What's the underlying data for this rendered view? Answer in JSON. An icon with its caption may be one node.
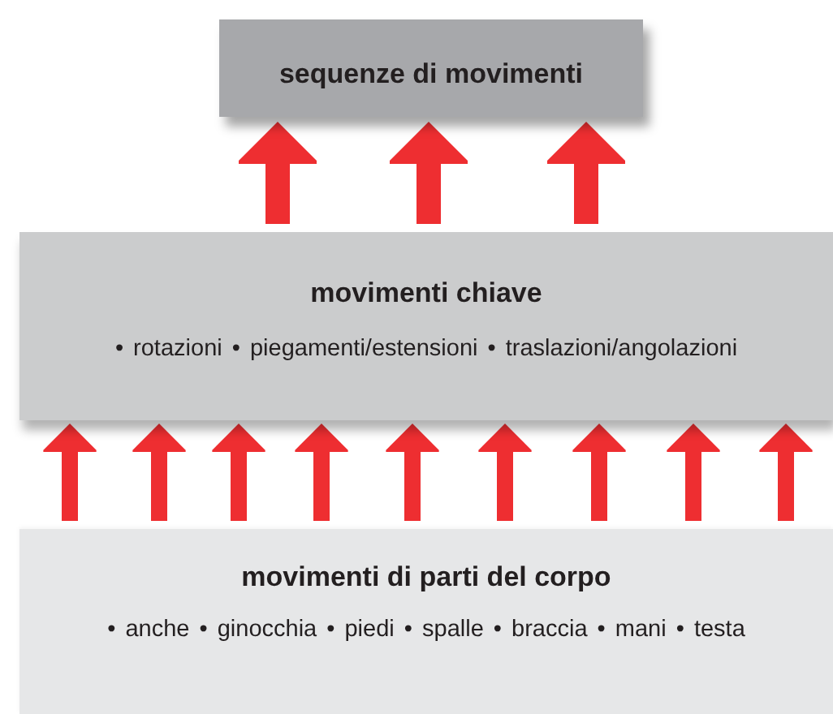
{
  "diagram": {
    "nodes": [
      {
        "text": [
          "sequenze di movimenti"
        ]
      },
      {
        "text": [
          "movimenti chiave",
          "• rotazioni • piegamenti/estensioni • traslazioni/angolazioni"
        ]
      },
      {
        "text": [
          "movimenti di parti del corpo",
          "• anche • ginocchia • piedi • spalle • braccia • mani • testa"
        ]
      }
    ],
    "edges": [
      {
        "from": 1,
        "to": 0,
        "arrow": "to"
      },
      {
        "from": 1,
        "to": 0,
        "arrow": "to"
      },
      {
        "from": 1,
        "to": 0,
        "arrow": "to"
      },
      {
        "from": 2,
        "to": 1,
        "arrow": "to"
      },
      {
        "from": 2,
        "to": 1,
        "arrow": "to"
      },
      {
        "from": 2,
        "to": 1,
        "arrow": "to"
      },
      {
        "from": 2,
        "to": 1,
        "arrow": "to"
      },
      {
        "from": 2,
        "to": 1,
        "arrow": "to"
      },
      {
        "from": 2,
        "to": 1,
        "arrow": "to"
      },
      {
        "from": 2,
        "to": 1,
        "arrow": "to"
      },
      {
        "from": 2,
        "to": 1,
        "arrow": "to"
      },
      {
        "from": 2,
        "to": 1,
        "arrow": "to"
      }
    ]
  }
}
